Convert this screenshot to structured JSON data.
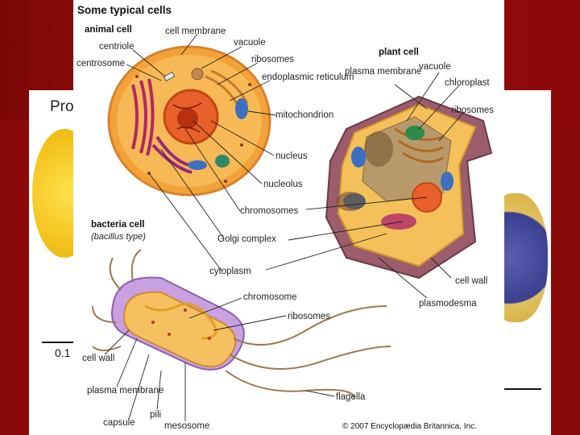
{
  "background_slide": {
    "title_fragment": "Pro",
    "scale_fragment": "0.1"
  },
  "diagram": {
    "title": "Some typical cells",
    "animal": {
      "heading": "animal cell",
      "labels": [
        "centriole",
        "centrosome",
        "cell membrane",
        "vacuole",
        "ribosomes",
        "endoplasmic reticulum",
        "mitochondrion",
        "nucleus",
        "nucleolus",
        "chromosomes",
        "Golgi complex",
        "cytoplasm"
      ]
    },
    "plant": {
      "heading": "plant cell",
      "labels": [
        "plasma membrane",
        "vacuole",
        "chloroplast",
        "ribosomes",
        "cell wall",
        "plasmodesma"
      ]
    },
    "bacteria": {
      "heading": "bacteria cell",
      "subheading": "(bacillus type)",
      "labels": [
        "chromosome",
        "ribosomes",
        "cell wall",
        "plasma membrane",
        "capsule",
        "pili",
        "mesosome",
        "flagella"
      ]
    },
    "credit": "© 2007 Encyclopædia Britannica, Inc."
  },
  "colors": {
    "slide_background": "#8a0a0a",
    "animal_cell": "#f5a623",
    "nucleus": "#e8602a",
    "plant_wall": "#9b5d6c",
    "bacteria_capsule": "#b58ad6"
  }
}
